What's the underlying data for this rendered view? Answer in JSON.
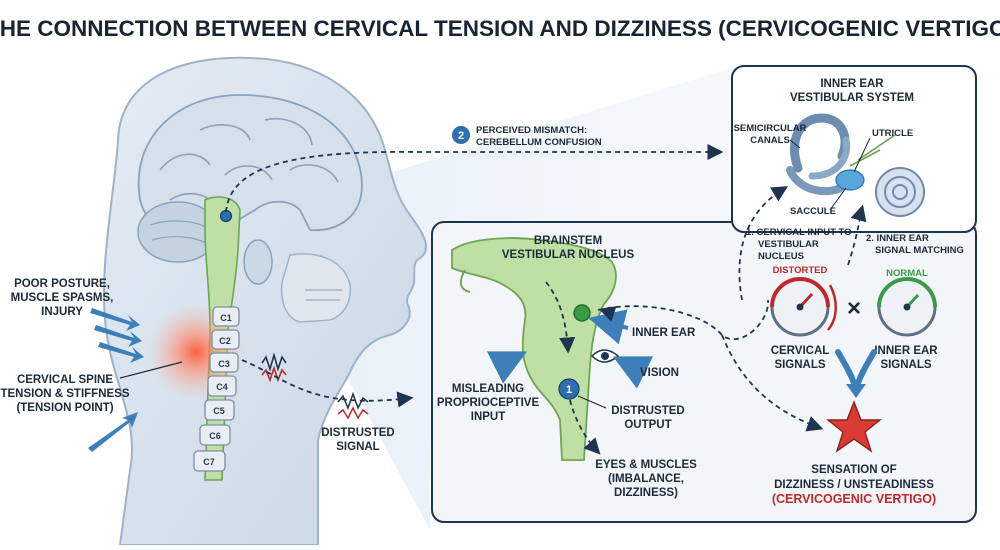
{
  "title": "THE CONNECTION BETWEEN CERVICAL TENSION AND DIZZINESS (CERVICOGENIC VERTIGO)",
  "left": {
    "causes": [
      "POOR POSTURE,",
      "MUSCLE SPASMS,",
      "INJURY"
    ],
    "tension": [
      "CERVICAL SPINE",
      "TENSION & STIFFNESS",
      "(TENSION POINT)"
    ],
    "vertebrae": [
      "C1",
      "C2",
      "C3",
      "C4",
      "C5",
      "C6",
      "C7"
    ],
    "distrusted_signal": [
      "DISTRUSTED",
      "SIGNAL"
    ]
  },
  "mismatch": {
    "step": "2",
    "lines": [
      "PERCEIVED MISMATCH:",
      "CEREBELLUM CONFUSION"
    ]
  },
  "brainstem": {
    "title": [
      "BRAINSTEM",
      "VESTIBULAR NUCLEUS"
    ],
    "step": "1",
    "inner_ear": "INNER EAR",
    "vision": "VISION",
    "misleading": [
      "MISLEADING",
      "PROPRIOCEPTIVE",
      "INPUT"
    ],
    "distrusted_output": [
      "DISTRUSTED",
      "OUTPUT"
    ],
    "eyes_muscles": [
      "EYES & MUSCLES",
      "(IMBALANCE,",
      "DIZZINESS)"
    ]
  },
  "inner_ear_panel": {
    "title": [
      "INNER EAR",
      "VESTIBULAR SYSTEM"
    ],
    "semicircular": [
      "SEMICIRCULAR",
      "CANALS"
    ],
    "utricle": "UTRICLE",
    "saccule": "SACCULE",
    "path1": [
      "1. CERVICAL INPUT TO",
      "VESTIBULAR",
      "NUCLEUS"
    ],
    "path2": [
      "2. INNER EAR",
      "SIGNAL MATCHING"
    ]
  },
  "gauges": {
    "distorted": "DISTORTED",
    "normal": "NORMAL",
    "cervical": [
      "CERVICAL",
      "SIGNALS"
    ],
    "inner_ear": [
      "INNER EAR",
      "SIGNALS"
    ],
    "cross": "×"
  },
  "result": {
    "lines": [
      "SENSATION OF",
      "DIZZINESS / UNSTEADINESS"
    ],
    "red": "(CERVICOGENIC VERTIGO)"
  },
  "colors": {
    "red": "#c0282a",
    "green": "#3b9b48",
    "navy": "#1e3550",
    "brain": "#cfdbe7",
    "brainstem": "#bfe0a4"
  }
}
